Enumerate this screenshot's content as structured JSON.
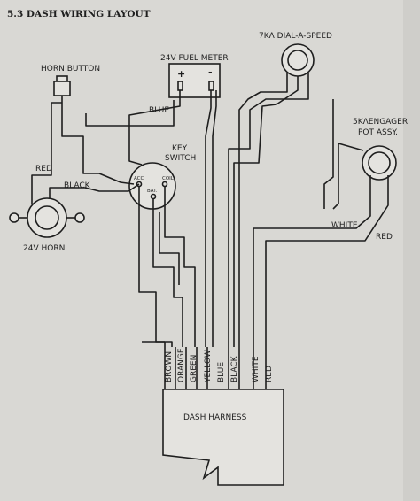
{
  "title": "5.3 DASH WIRING LAYOUT",
  "components": {
    "horn_button": "HORN BUTTON",
    "fuel_meter": "24V FUEL METER",
    "fuel_plus": "+",
    "fuel_minus": "-",
    "dial_a_speed": "7KΛ DIAL-A-SPEED",
    "engager_pot_line1": "5KΛENGAGER",
    "engager_pot_line2": "POT ASSY.",
    "key_switch_line1": "KEY",
    "key_switch_line2": "SWITCH",
    "key_acc": "ACC",
    "key_bat": "BAT.",
    "key_coil": "COIL",
    "horn": "24V HORN",
    "dash_harness": "DASH HARNESS"
  },
  "wire_labels": {
    "blue": "BLUE",
    "red": "RED",
    "black": "BLACK",
    "white": "WHITE",
    "red_pot": "RED"
  },
  "harness_wires": [
    "BROWN",
    "ORANGE",
    "GREEN",
    "YELLOW",
    "BLUE",
    "BLACK",
    "WHITE",
    "RED"
  ]
}
